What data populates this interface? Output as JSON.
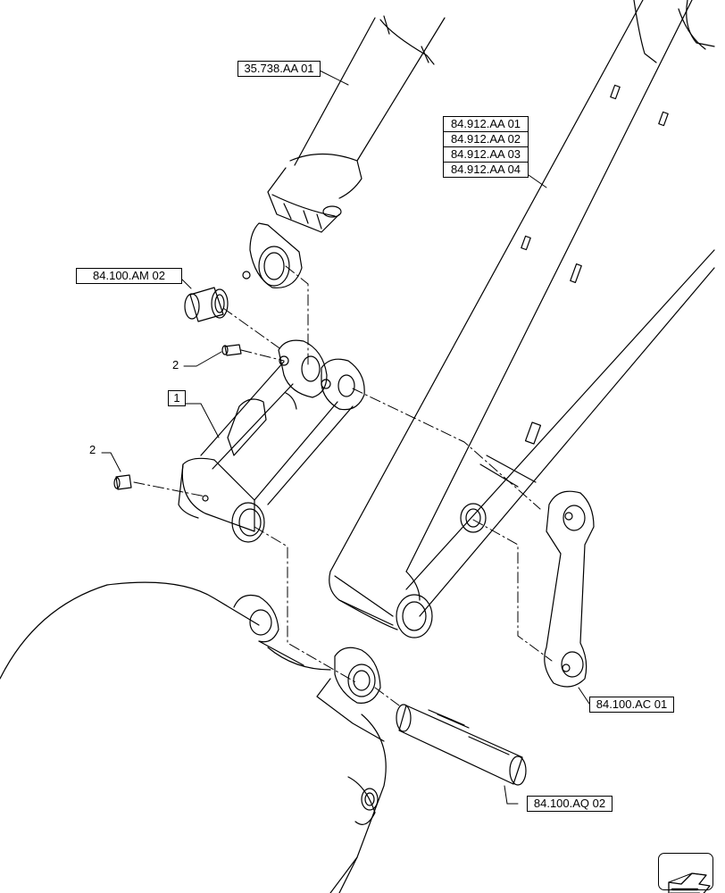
{
  "references": {
    "cylinder": "35.738.AA 01",
    "boom_stack": [
      "84.912.AA 01",
      "84.912.AA 02",
      "84.912.AA 03",
      "84.912.AA 04"
    ],
    "bushing": "84.100.AM 02",
    "link_rod": "84.100.AC 01",
    "pin": "84.100.AQ 02"
  },
  "callouts": {
    "item_1": "1",
    "fitting_upper": "2",
    "fitting_lower": "2"
  },
  "icons": {
    "navigation": "next-page-arrow-icon"
  },
  "colors": {
    "line": "#000000",
    "background": "#ffffff"
  }
}
